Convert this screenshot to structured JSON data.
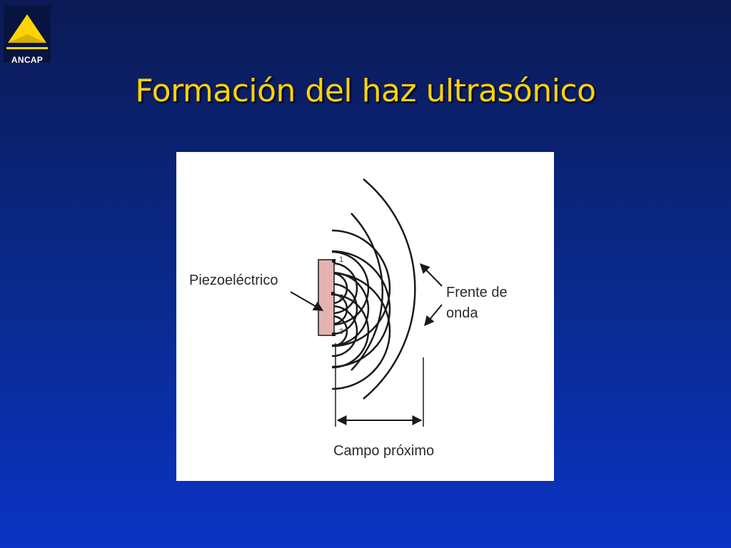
{
  "logo": {
    "text": "ANCAP",
    "color": "#ffd400"
  },
  "slide": {
    "title": "Formación del haz ultrasónico",
    "title_color": "#ffd400"
  },
  "diagram": {
    "label_transducer": "Piezoeléctrico",
    "label_wavefront_line1": "Frente de",
    "label_wavefront_line2": "onda",
    "label_near_field": "Campo próximo",
    "point_labels": [
      "1",
      "2",
      "3"
    ],
    "transducer_color": "#e6b3b3"
  }
}
